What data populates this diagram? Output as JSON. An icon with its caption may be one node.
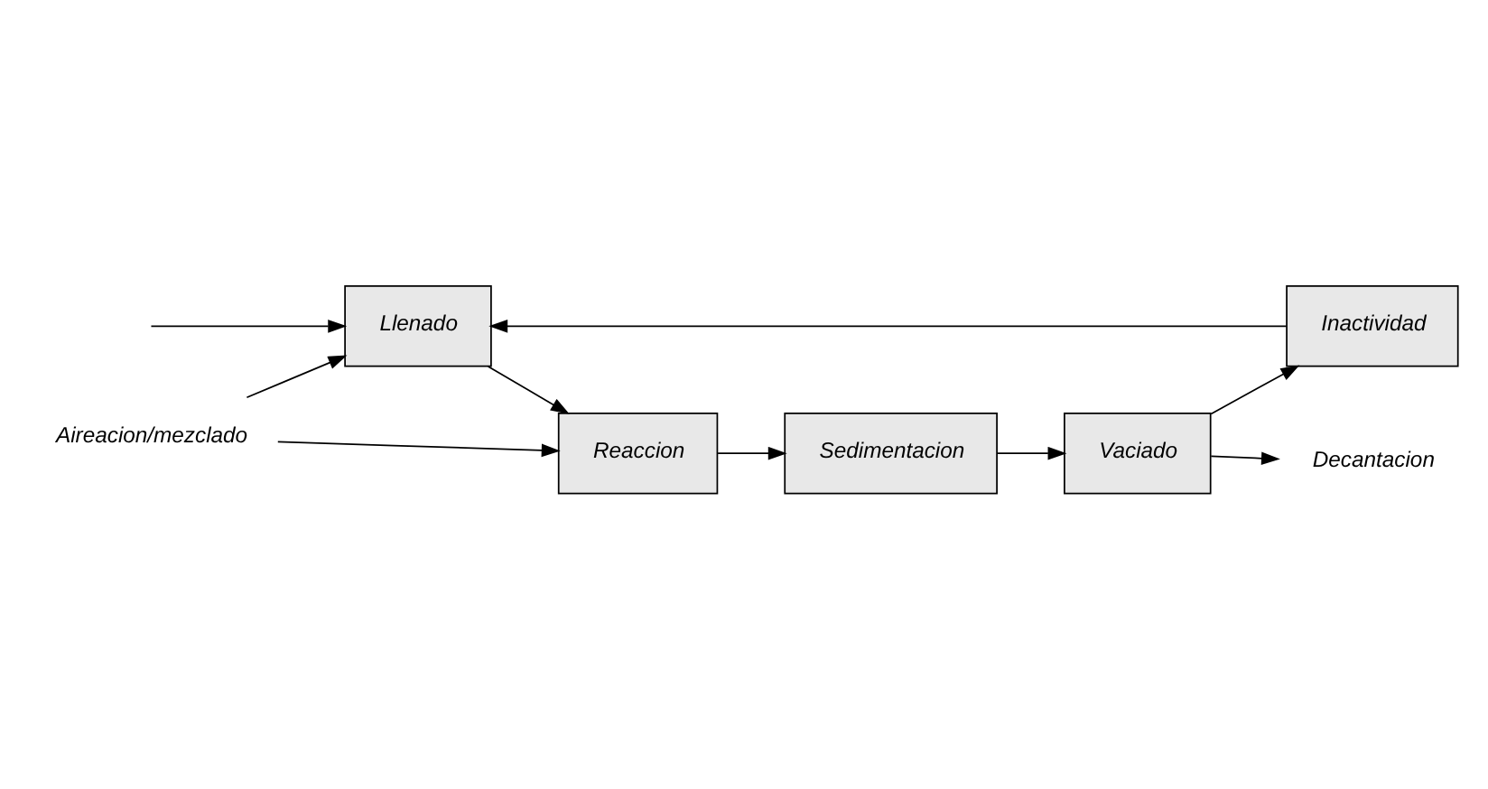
{
  "diagram": {
    "nodes": [
      {
        "text": [
          "Llenado"
        ]
      },
      {
        "text": [
          "Reaccion"
        ]
      },
      {
        "text": [
          "Sedimentacion"
        ]
      },
      {
        "text": [
          "Vaciado"
        ]
      },
      {
        "text": [
          "Inactividad"
        ]
      },
      {
        "text": [
          "Aireacion/mezclado"
        ]
      },
      {
        "text": [
          "Decantacion"
        ]
      }
    ],
    "edges": [
      {
        "from": null,
        "to": 0,
        "arrow": "to"
      },
      {
        "from": 0,
        "to": 1,
        "arrow": "to"
      },
      {
        "from": 1,
        "to": 2,
        "arrow": "to"
      },
      {
        "from": 2,
        "to": 3,
        "arrow": "to"
      },
      {
        "from": 3,
        "to": 4,
        "arrow": "to"
      },
      {
        "from": 4,
        "to": 0,
        "arrow": "to"
      },
      {
        "from": 5,
        "to": 1,
        "arrow": "to"
      },
      {
        "from": 5,
        "to": 0,
        "arrow": "to"
      },
      {
        "from": 3,
        "to": 6,
        "arrow": "to"
      }
    ]
  }
}
